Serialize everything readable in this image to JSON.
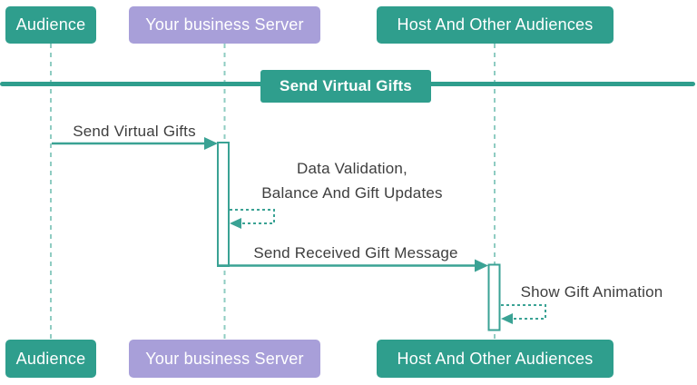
{
  "diagram_type": "sequence-diagram",
  "banner": {
    "label": "Send Virtual Gifts"
  },
  "actors": [
    {
      "label": "Audience",
      "color": "#2f9e8d"
    },
    {
      "label": "Your business Server",
      "color": "#a89fd9"
    },
    {
      "label": "Host And Other Audiences",
      "color": "#2f9e8d"
    }
  ],
  "messages": [
    {
      "label": "Send Virtual Gifts",
      "from": "Audience",
      "to": "Your business Server",
      "style": "solid-arrow"
    },
    {
      "line1": "Data Validation,",
      "line2": "Balance And Gift Updates",
      "from": "Your business Server",
      "to": "Your business Server",
      "style": "dashed-self-arrow"
    },
    {
      "label": "Send Received Gift Message",
      "from": "Your business Server",
      "to": "Host And Other Audiences",
      "style": "solid-arrow"
    },
    {
      "label": "Show Gift Animation",
      "from": "Host And Other Audiences",
      "to": "Host And Other Audiences",
      "style": "dashed-self-arrow"
    }
  ],
  "colors": {
    "teal_box": "#2f9e8d",
    "purple_box": "#a89fd9",
    "arrow": "#3aa294",
    "lifeline": "#8fccc2",
    "label_text": "#3e3e3e",
    "box_text": "#ffffff",
    "background": "#ffffff"
  }
}
